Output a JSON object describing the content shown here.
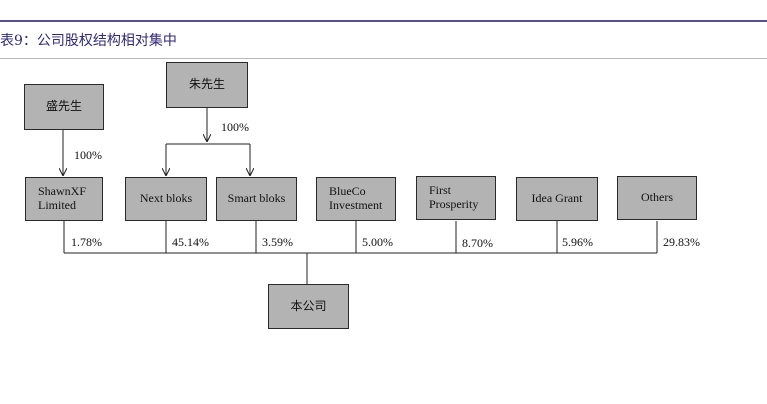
{
  "caption": "表9：公司股权结构相对集中",
  "owners": {
    "sheng": "盛先生",
    "zhu": "朱先生"
  },
  "owner_percents": {
    "sheng_to_shawnxf": "100%",
    "zhu_to_subs": "100%"
  },
  "shareholders": [
    {
      "name": "ShawnXF Limited",
      "percent": "1.78%"
    },
    {
      "name": "Next bloks",
      "percent": "45.14%"
    },
    {
      "name": "Smart bloks",
      "percent": "3.59%"
    },
    {
      "name": "BlueCo Investment",
      "percent": "5.00%"
    },
    {
      "name": "First Prosperity",
      "percent": "8.70%"
    },
    {
      "name": "Idea Grant",
      "percent": "5.96%"
    },
    {
      "name": "Others",
      "percent": "29.83%"
    }
  ],
  "company": "本公司"
}
